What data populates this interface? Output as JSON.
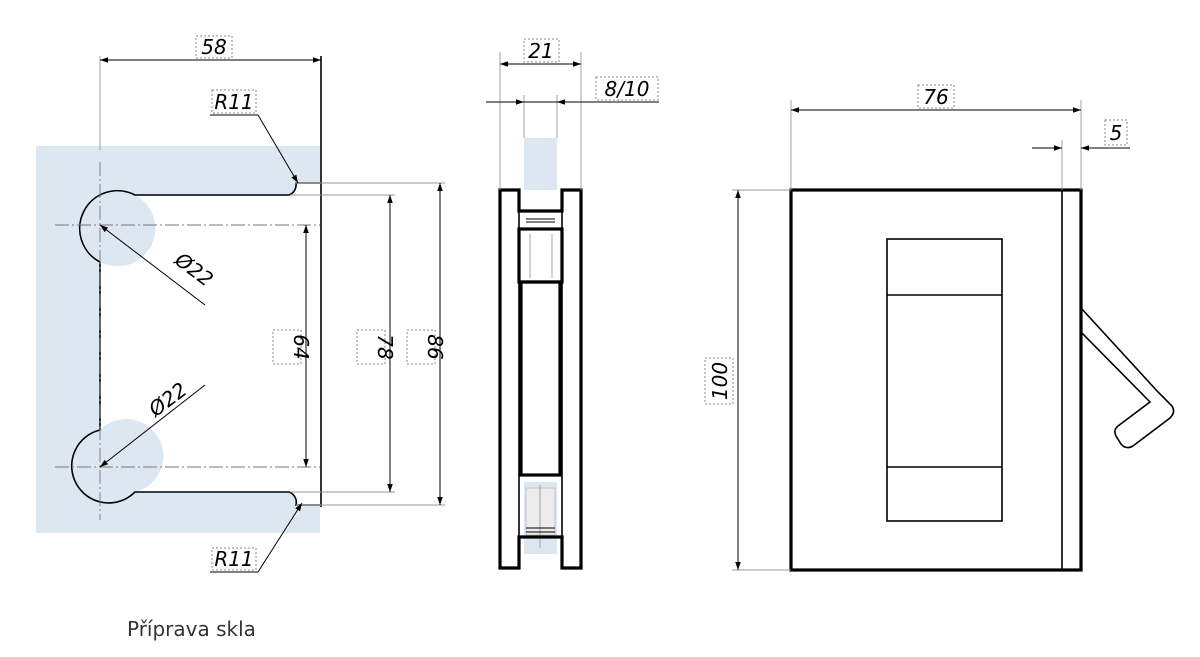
{
  "colors": {
    "glass": "#dde7f2",
    "line": "#000000",
    "dimension_box": "#8a8a8a"
  },
  "front_view": {
    "width_58": "58",
    "radius_top": "R11",
    "radius_bottom": "R11",
    "hole_top": "Ø22",
    "hole_bottom": "Ø22",
    "height_64": "64",
    "height_78": "78",
    "height_86": "86"
  },
  "side_view": {
    "width_21": "21",
    "glass_810": "8/10"
  },
  "right_view": {
    "width_76": "76",
    "width_5": "5",
    "height_100": "100"
  },
  "caption": "Příprava skla"
}
